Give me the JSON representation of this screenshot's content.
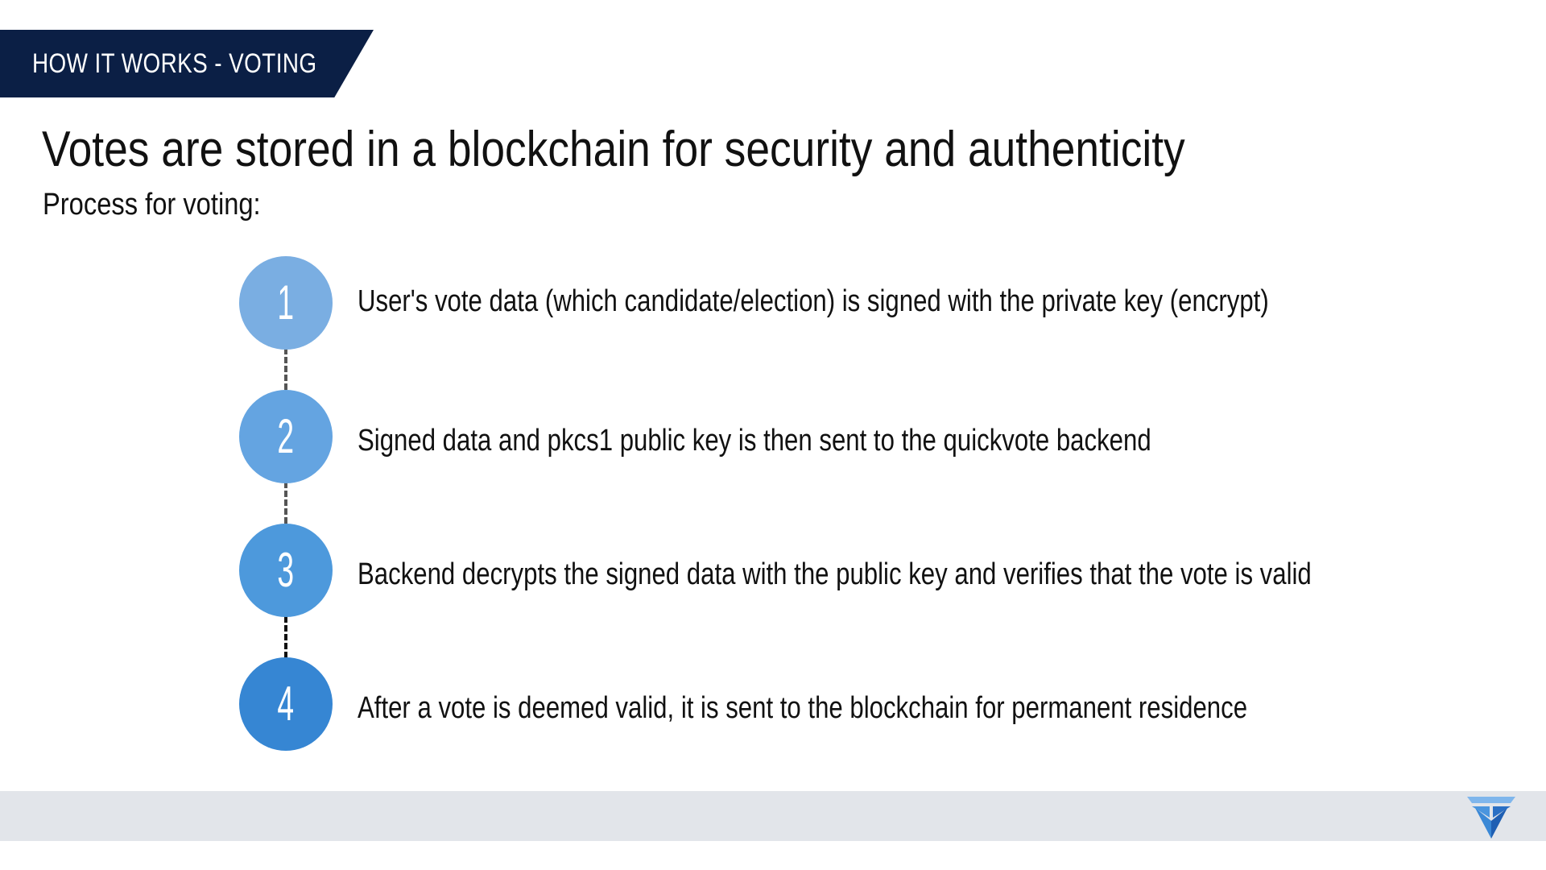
{
  "header": {
    "section_label": "HOW IT WORKS - VOTING"
  },
  "slide": {
    "title": "Votes are stored in a blockchain for security and authenticity",
    "subtitle": "Process for voting:"
  },
  "steps": [
    {
      "number": "1",
      "text": "User's vote data (which candidate/election) is signed with the private key (encrypt)"
    },
    {
      "number": "2",
      "text": "Signed data and pkcs1 public key is then sent to the quickvote backend"
    },
    {
      "number": "3",
      "text": "Backend decrypts the signed data with the public key and verifies that the vote is valid"
    },
    {
      "number": "4",
      "text": "After a vote is deemed valid, it is sent to the blockchain for permanent residence"
    }
  ],
  "footer": {
    "logo_icon": "quickvote-logo-icon"
  },
  "colors": {
    "banner": "#0b1f45",
    "step_1": "#7aaee2",
    "step_2": "#64a4e1",
    "step_3": "#4d99dc",
    "step_4": "#3686d3",
    "footer_band": "#e2e5ea"
  }
}
